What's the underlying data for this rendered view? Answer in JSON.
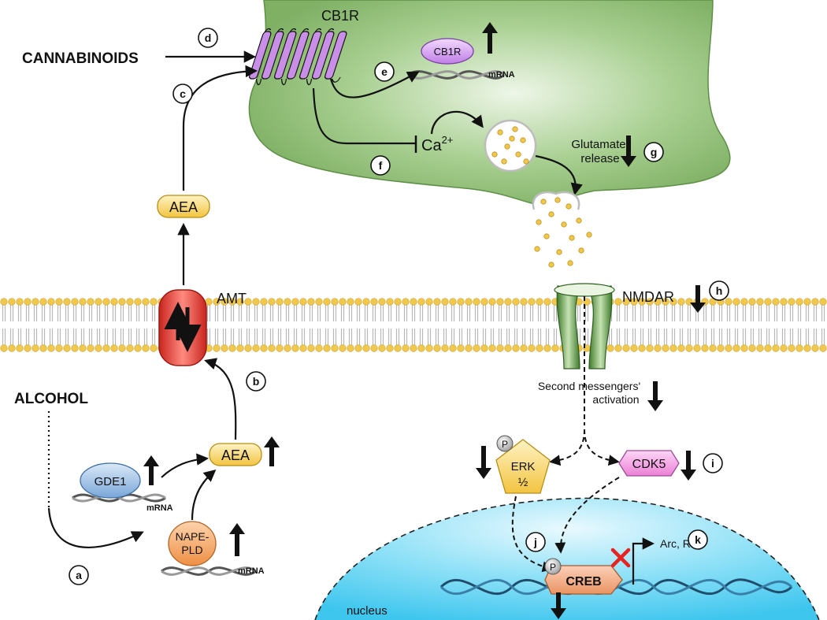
{
  "labels": {
    "cannabinoids": "CANNABINOIDS",
    "alcohol": "ALCOHOL",
    "cb1r": "CB1R",
    "cb1r_protein": "CB1R",
    "amt": "AMT",
    "aea_upper": "AEA",
    "aea_lower": "AEA",
    "gde1": "GDE1",
    "nape_pld_line1": "NAPE-",
    "nape_pld_line2": "PLD",
    "mrna_cb1r": "mRNA",
    "mrna_gde1": "mRNA",
    "mrna_nape": "mRNA",
    "ca": "Ca",
    "ca_sup": "2+",
    "glutamate_line1": "Glutamate",
    "glutamate_line2": "release",
    "nmdar": "NMDAR",
    "second_messengers_line1": "Second messengers'",
    "second_messengers_line2": "activation",
    "erk_line1": "ERK",
    "erk_line2": "½",
    "phospho_erk": "P",
    "phospho_creb": "P",
    "cdk5": "CDK5",
    "creb": "CREB",
    "arc_rac": "Arc, Rac",
    "nucleus": "nucleus"
  },
  "steps": {
    "a": "a",
    "b": "b",
    "c": "c",
    "d": "d",
    "e": "e",
    "f": "f",
    "g": "g",
    "h": "h",
    "i": "i",
    "j": "j",
    "k": "k"
  },
  "colors": {
    "neuron_green": "#8fc07a",
    "membrane_yellow": "#f2c84b",
    "amt_red": "#e8453c",
    "aea_yellow": "#f7d25c",
    "cb1r_purple": "#c98ee8",
    "gde1_blue": "#8ab4dc",
    "nape_orange": "#f3a260",
    "cdk5_pink": "#ef8ede",
    "creb_salmon": "#f0a57c",
    "nucleus_blue": "#5fd3f2",
    "nmdar_green": "#6ea84f",
    "block_red": "#e52421"
  }
}
